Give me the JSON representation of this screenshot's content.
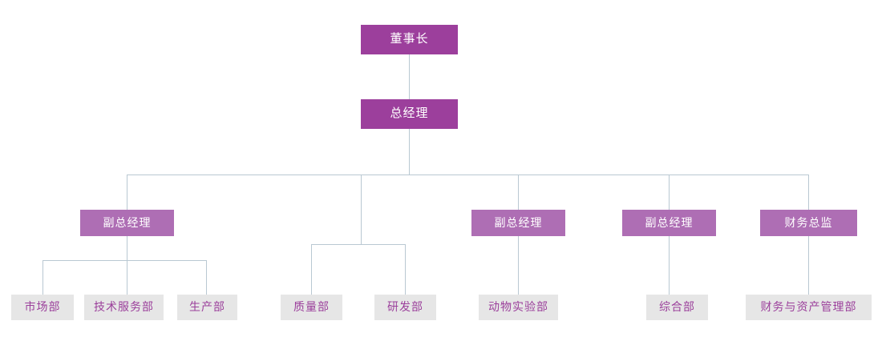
{
  "chart_data": {
    "type": "diagram",
    "title": "",
    "diagram_kind": "organization-chart",
    "orientation": "top-down",
    "levels": 4,
    "node_count": 14,
    "connector_color": "#b9c8d2",
    "palette": {
      "level1_fill": "#9c3f9c",
      "level1_text": "#ffffff",
      "level2_fill": "#9c3f9c",
      "level2_text": "#ffffff",
      "level3_fill": "#ae6eb4",
      "level3_text": "#ffffff",
      "leaf_fill": "#e6e6e6",
      "leaf_text": "#9b3f9b",
      "background": "#ffffff"
    },
    "nodes": [
      {
        "id": "n1",
        "label": "董事长",
        "level": 1,
        "parent": null
      },
      {
        "id": "n2",
        "label": "总经理",
        "level": 2,
        "parent": "n1"
      },
      {
        "id": "n3",
        "label": "副总经理",
        "level": 3,
        "parent": "n2"
      },
      {
        "id": "n4",
        "label": "副总经理",
        "level": 3,
        "parent": "n2"
      },
      {
        "id": "n5",
        "label": "副总经理",
        "level": 3,
        "parent": "n2"
      },
      {
        "id": "n6",
        "label": "财务总监",
        "level": 3,
        "parent": "n2"
      },
      {
        "id": "n7",
        "label": "市场部",
        "level": 4,
        "parent": "n3"
      },
      {
        "id": "n8",
        "label": "技术服务部",
        "level": 4,
        "parent": "n3"
      },
      {
        "id": "n9",
        "label": "生产部",
        "level": 4,
        "parent": "n3"
      },
      {
        "id": "n10",
        "label": "质量部",
        "level": 4,
        "parent": "n2"
      },
      {
        "id": "n11",
        "label": "研发部",
        "level": 4,
        "parent": "n2"
      },
      {
        "id": "n12",
        "label": "动物实验部",
        "level": 4,
        "parent": "n4"
      },
      {
        "id": "n13",
        "label": "综合部",
        "level": 4,
        "parent": "n5"
      },
      {
        "id": "n14",
        "label": "财务与资产管理部",
        "level": 4,
        "parent": "n6"
      }
    ]
  },
  "chart": {
    "chairman": {
      "label": "董事长"
    },
    "general_manager": {
      "label": "总经理"
    },
    "executives": [
      {
        "label": "副总经理"
      },
      {
        "label": "副总经理"
      },
      {
        "label": "副总经理"
      },
      {
        "label": "财务总监"
      }
    ],
    "departments": [
      {
        "label": "市场部"
      },
      {
        "label": "技术服务部"
      },
      {
        "label": "生产部"
      },
      {
        "label": "质量部"
      },
      {
        "label": "研发部"
      },
      {
        "label": "动物实验部"
      },
      {
        "label": "综合部"
      },
      {
        "label": "财务与资产管理部"
      }
    ]
  }
}
